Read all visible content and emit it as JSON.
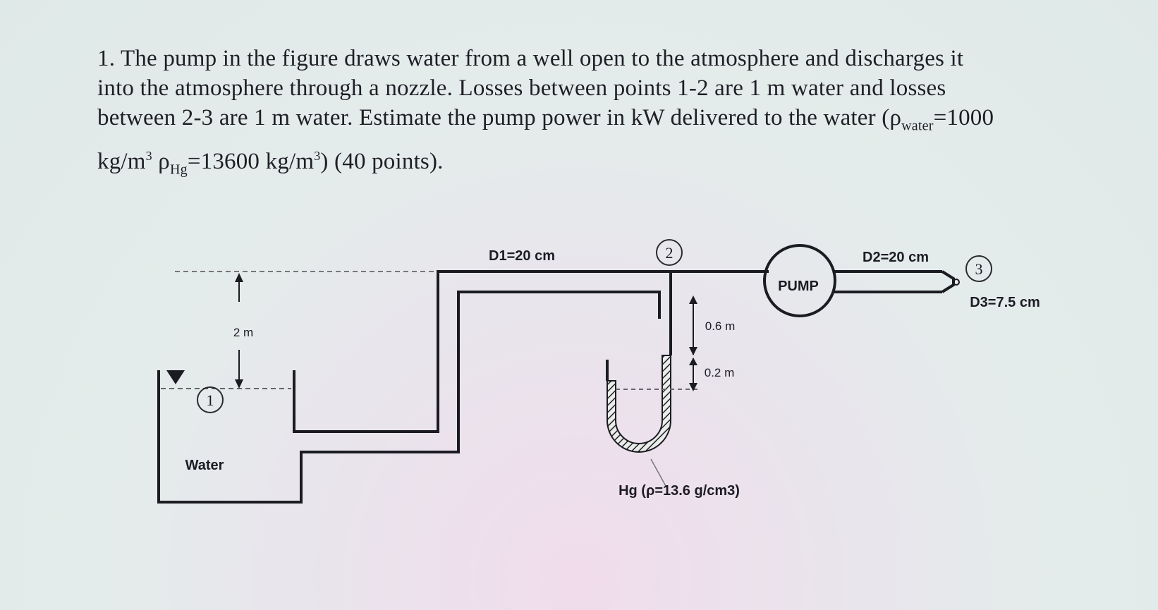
{
  "problem": {
    "lines": [
      "1. The pump in the figure draws water from a well open to the atmosphere and discharges it",
      "into the atmosphere through a nozzle. Losses between points 1-2 are 1 m water and losses",
      "between 2-3 are 1 m water. Estimate the pump power in kW delivered to the water (ρwater=1000",
      "kg/m3 ρHg=13600 kg/m3) (40 points)."
    ],
    "line3": {
      "before": "between 2-3 are 1 m water. Estimate the pump power in kW delivered to the water (",
      "rho": "ρ",
      "sub": "water",
      "after": "=1000"
    },
    "line4": {
      "unit1": "kg/m",
      "sup1": "3",
      "rho": "ρ",
      "sub": "Hg",
      "mid": "=13600 kg/m",
      "sup2": "3",
      "after": ") (40 points)."
    }
  },
  "figure": {
    "d1": "D1=20 cm",
    "d2": "D2=20 cm",
    "d3": "D3=7.5 cm",
    "point1": "1",
    "point2": "2",
    "point3": "3",
    "pump": "PUMP",
    "height": "2 m",
    "water": "Water",
    "gap_top": "0.6 m",
    "gap_bottom": "0.2 m",
    "hg": "Hg (ρ=13.6 g/cm3)"
  }
}
